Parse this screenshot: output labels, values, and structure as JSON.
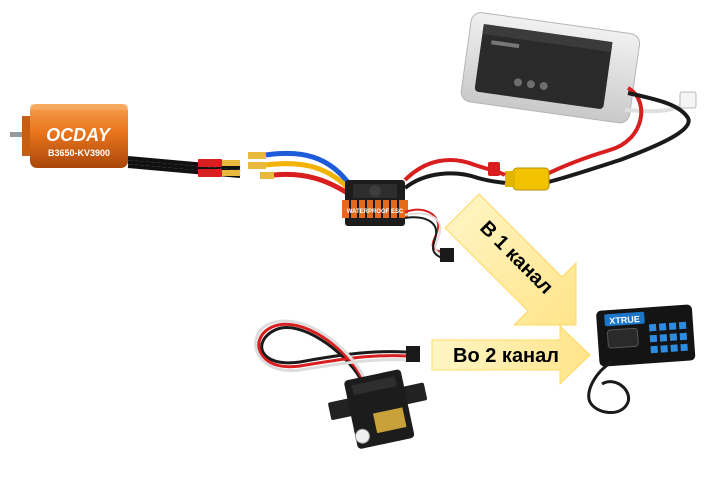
{
  "motor": {
    "brand": "OCDAY",
    "model": "B3650-KV3900"
  },
  "esc": {
    "label": "WATERPROOF ESC"
  },
  "receiver": {
    "label": "XTRUE"
  },
  "arrows": {
    "channel1": "В 1 канал",
    "channel2": "Во 2 канал"
  },
  "colors": {
    "arrow_fill": "#ffec99",
    "motor_orange": "#e8741c",
    "battery_grey": "#dcdcdc",
    "esc_black": "#1c1c1c",
    "connector_yellow": "#f2c200",
    "wire_red": "#d81e1e"
  }
}
